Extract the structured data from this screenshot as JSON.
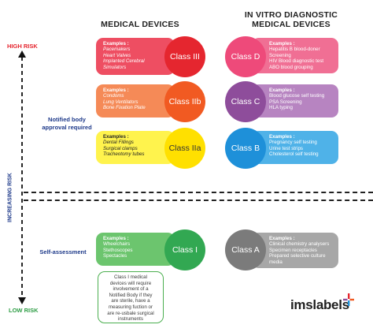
{
  "columns": {
    "medical": "MEDICAL DEVICES",
    "ivd_line1": "IN VITRO DIAGNOSTIC",
    "ivd_line2": "MEDICAL DEVICES"
  },
  "risk_axis": {
    "high": "HIGH RISK",
    "low": "LOW RISK",
    "axis_label": "INCREASING RISK"
  },
  "sections": {
    "notified_line1": "Notified body",
    "notified_line2": "approval required",
    "self_assessment": "Self-assessment"
  },
  "medical_classes": [
    {
      "class": "Class III",
      "color": "#e5262f",
      "card_color": "#ee4e62",
      "head": "Examples :",
      "items": [
        "Pacemakers",
        "Heart Valves",
        "Implanted Cerebral",
        "Simulators"
      ]
    },
    {
      "class": "Class IIb",
      "color": "#f15a22",
      "card_color": "#f58a57",
      "head": "Examples :",
      "items": [
        "Condoms",
        "Lung Ventilators",
        "Bone Fixation Plate"
      ]
    },
    {
      "class": "Class IIa",
      "color": "#ffe000",
      "card_color": "#fff34d",
      "head": "Examples :",
      "items": [
        "Dental Fillings",
        "Surgical clamps",
        "Tracheotomy tubes"
      ]
    },
    {
      "class": "Class I",
      "color": "#32a852",
      "card_color": "#6cc56e",
      "head": "Examples :",
      "items": [
        "Wheelchairs",
        "Stethoscopes",
        "Spectacles"
      ]
    }
  ],
  "ivd_classes": [
    {
      "class": "Class D",
      "color": "#ee4a7a",
      "card_color": "#f06f94",
      "head": "Examples :",
      "items": [
        "Hepatitis B blood-doner",
        "Screening",
        "HIV Blood diagnostic test",
        "ABO blood grouping"
      ]
    },
    {
      "class": "Class C",
      "color": "#8e4d9b",
      "card_color": "#b784c1",
      "head": "Examples :",
      "items": [
        "Blood glucose self testing",
        "PSA Screening",
        "HLA typing"
      ]
    },
    {
      "class": "Class B",
      "color": "#1e90d9",
      "card_color": "#4fb2e8",
      "head": "Examples :",
      "items": [
        "Pregnancy self testing",
        "Urine test strips",
        "Cholesterol self testing"
      ]
    },
    {
      "class": "Class A",
      "color": "#7b7b7b",
      "card_color": "#a7a7a7",
      "head": "Examples :",
      "items": [
        "Clinical chemistry analysers",
        "Specimen receptacles",
        "Prepared selective culture",
        "media"
      ]
    }
  ],
  "class1_note": [
    "Class I medical",
    "devices will require",
    "involvement of a",
    "Notified Body if they",
    "are sterile, have a",
    "measuring fuction or",
    "are re-usbale surgical",
    "instruments"
  ],
  "logo": {
    "text": "imslabels"
  },
  "colors": {
    "high_risk": "#e5262f",
    "low_risk": "#2e9d45",
    "notified": "#1e3a8a"
  }
}
